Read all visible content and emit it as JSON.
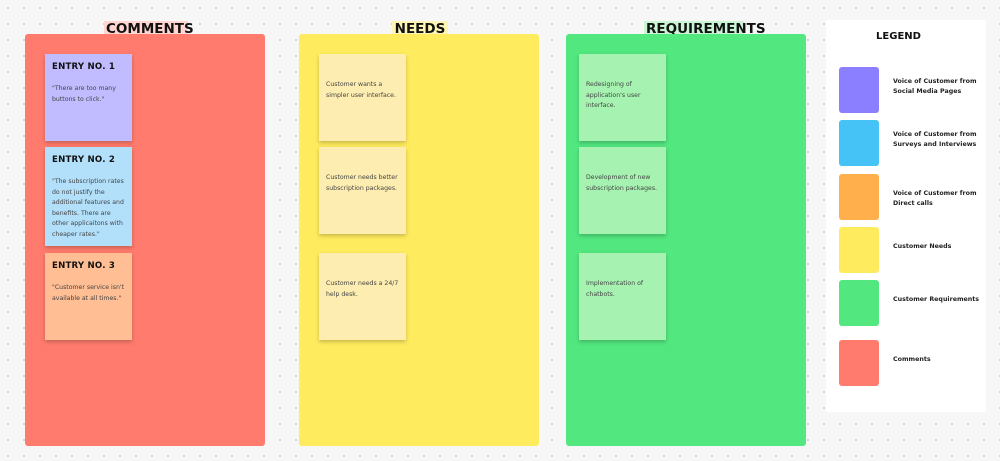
{
  "columns": {
    "comments": {
      "title": "COMMENTS",
      "color": "#ff7b6d",
      "title_highlight": "#ffd6d1",
      "notes": [
        {
          "title": "ENTRY NO. 1",
          "text": "\"There are too many buttons to click.\"",
          "color": "#c0bcff"
        },
        {
          "title": "ENTRY NO. 2",
          "text": "\"The subscription rates do not justify the additional features and benefits. There are other applicaitons with cheaper rates.\"",
          "color": "#b2e0fb"
        },
        {
          "title": "ENTRY NO. 3",
          "text": "\"Customer service isn't available at all times.\"",
          "color": "#ffbe93"
        }
      ]
    },
    "needs": {
      "title": "NEEDS",
      "color": "#ffec5e",
      "title_highlight": "#fff6b5",
      "notes": [
        {
          "text": "Customer wants a simpler user interface.",
          "color": "#fdedb0"
        },
        {
          "text": "Customer needs better subscription packages.",
          "color": "#fdedb0"
        },
        {
          "text": "Customer needs a 24/7 help desk.",
          "color": "#fdedb0"
        }
      ]
    },
    "requirements": {
      "title": "REQUIREMENTS",
      "color": "#52e77f",
      "title_highlight": "#c9f5d5",
      "notes": [
        {
          "text": "Redesigning of application's user interface.",
          "color": "#a6f3b1"
        },
        {
          "text": "Development of new subscription packages.",
          "color": "#a6f3b1"
        },
        {
          "text": "Implementation of chatbots.",
          "color": "#a6f3b1"
        }
      ]
    }
  },
  "legend": {
    "title": "LEGEND",
    "items": [
      {
        "label": "Voice of Customer from Social Media Pages",
        "color": "#8b7fff"
      },
      {
        "label": "Voice of Customer from Surveys and Interviews",
        "color": "#45c2f6"
      },
      {
        "label": "Voice of Customer from Direct calls",
        "color": "#ffb04c"
      },
      {
        "label": "Customer Needs",
        "color": "#ffec5e"
      },
      {
        "label": "Customer Requirements",
        "color": "#52e77f"
      },
      {
        "label": "Comments",
        "color": "#ff7b6d"
      }
    ]
  }
}
